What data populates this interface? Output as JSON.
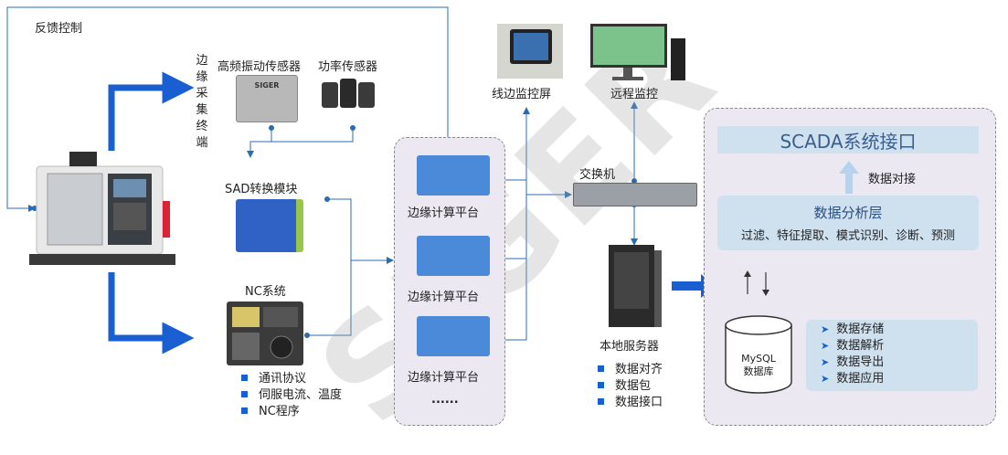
{
  "labels": {
    "feedback": "反馈控制",
    "edge_terminal": [
      "边",
      "缘",
      "采",
      "集",
      "终",
      "端"
    ],
    "hf_sensor": "高频振动传感器",
    "power_sensor": "功率传感器",
    "sad_module": "SAD转换模块",
    "nc_system": "NC系统",
    "edge_platform": "边缘计算平台",
    "ellipsis": "......",
    "line_screen": "线边监控屏",
    "remote": "远程监控",
    "switch": "交换机",
    "local_server": "本地服务器",
    "sensor_brand": "SIGER",
    "watermark": "SIGER"
  },
  "nc_bullets": [
    "通讯协议",
    "伺服电流、温度",
    "NC程序"
  ],
  "server_bullets": [
    "数据对齐",
    "数据包",
    "数据接口"
  ],
  "scada": {
    "title": "SCADA系统接口",
    "data_link": "数据对接",
    "analysis_title": "数据分析层",
    "analysis_sub": "过滤、特征提取、模式识别、诊断、预测",
    "db_label": "MySQL",
    "db_sub": "数据库",
    "features": [
      "数据存储",
      "数据解析",
      "数据导出",
      "数据应用"
    ]
  },
  "colors": {
    "accent": "#1a5fd1",
    "panel": "#ece8f2",
    "bar": "#cfe0ef",
    "line": "#2b6cb0"
  }
}
